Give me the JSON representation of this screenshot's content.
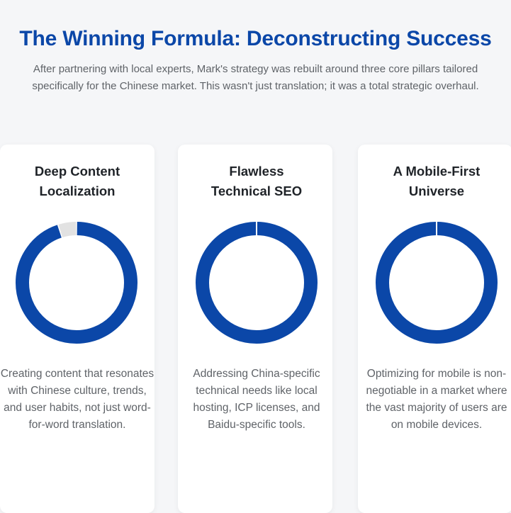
{
  "header": {
    "title": "The Winning Formula: Deconstructing Success",
    "subtitle": "After partnering with local experts, Mark's strategy was rebuilt around three core pillars tailored specifically for the Chinese market. This wasn't just translation; it was a total strategic overhaul."
  },
  "colors": {
    "accent": "#0b47a8",
    "remainder": "#e2e2e2"
  },
  "cards": [
    {
      "title_line1": "Deep Content",
      "title_line2": "Localization",
      "description": "Creating content that resonates with Chinese culture, trends, and user habits, not just word-for-word translation.",
      "filled_fraction": 0.95
    },
    {
      "title_line1": "Flawless",
      "title_line2": "Technical SEO",
      "description": "Addressing China-specific technical needs like local hosting, ICP licenses, and Baidu-specific tools.",
      "filled_fraction": 1.0
    },
    {
      "title_line1": "A Mobile-First",
      "title_line2": "Universe",
      "description": "Optimizing for mobile is non-negotiable in a market where the vast majority of users are on mobile devices.",
      "filled_fraction": 1.0
    }
  ]
}
